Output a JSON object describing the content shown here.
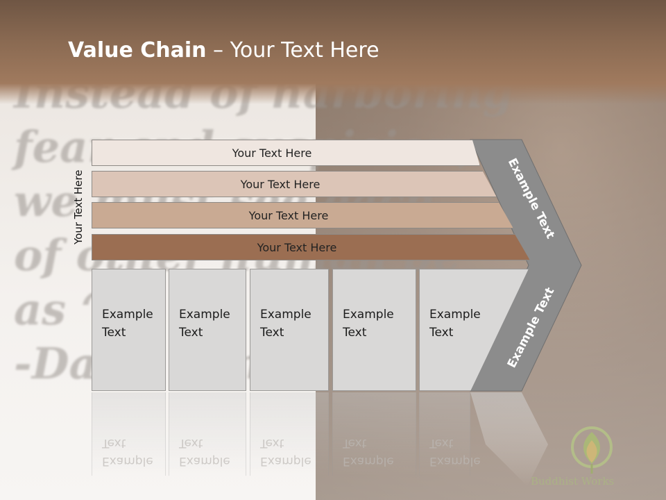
{
  "slide": {
    "title_bold": "Value Chain",
    "title_rest": " – Your Text Here",
    "side_label": "Your Text Here"
  },
  "background_quote": {
    "lines": [
      "Instead of harboring",
      "fear and suspicion,",
      "we must see each",
      "of other human be",
      "as ‘t",
      "-Dalai Lama"
    ]
  },
  "bars": [
    {
      "label": "Your Text Here",
      "color": "#efe6e0"
    },
    {
      "label": "Your Text Here",
      "color": "#dcc5b7"
    },
    {
      "label": "Your Text Here",
      "color": "#c9aa93"
    },
    {
      "label": "Your Text Here",
      "color": "#9b6e52"
    }
  ],
  "cards": [
    {
      "line1": "Example",
      "line2": "Text"
    },
    {
      "line1": "Example",
      "line2": "Text"
    },
    {
      "line1": "Example",
      "line2": "Text"
    },
    {
      "line1": "Example",
      "line2": "Text"
    },
    {
      "line1": "Example",
      "line2": "Text"
    }
  ],
  "chevron": {
    "upper_label": "Example Text",
    "lower_label": "Example Text",
    "color": "#8c8c8c"
  },
  "watermark": {
    "text": "Buddhist Works"
  }
}
